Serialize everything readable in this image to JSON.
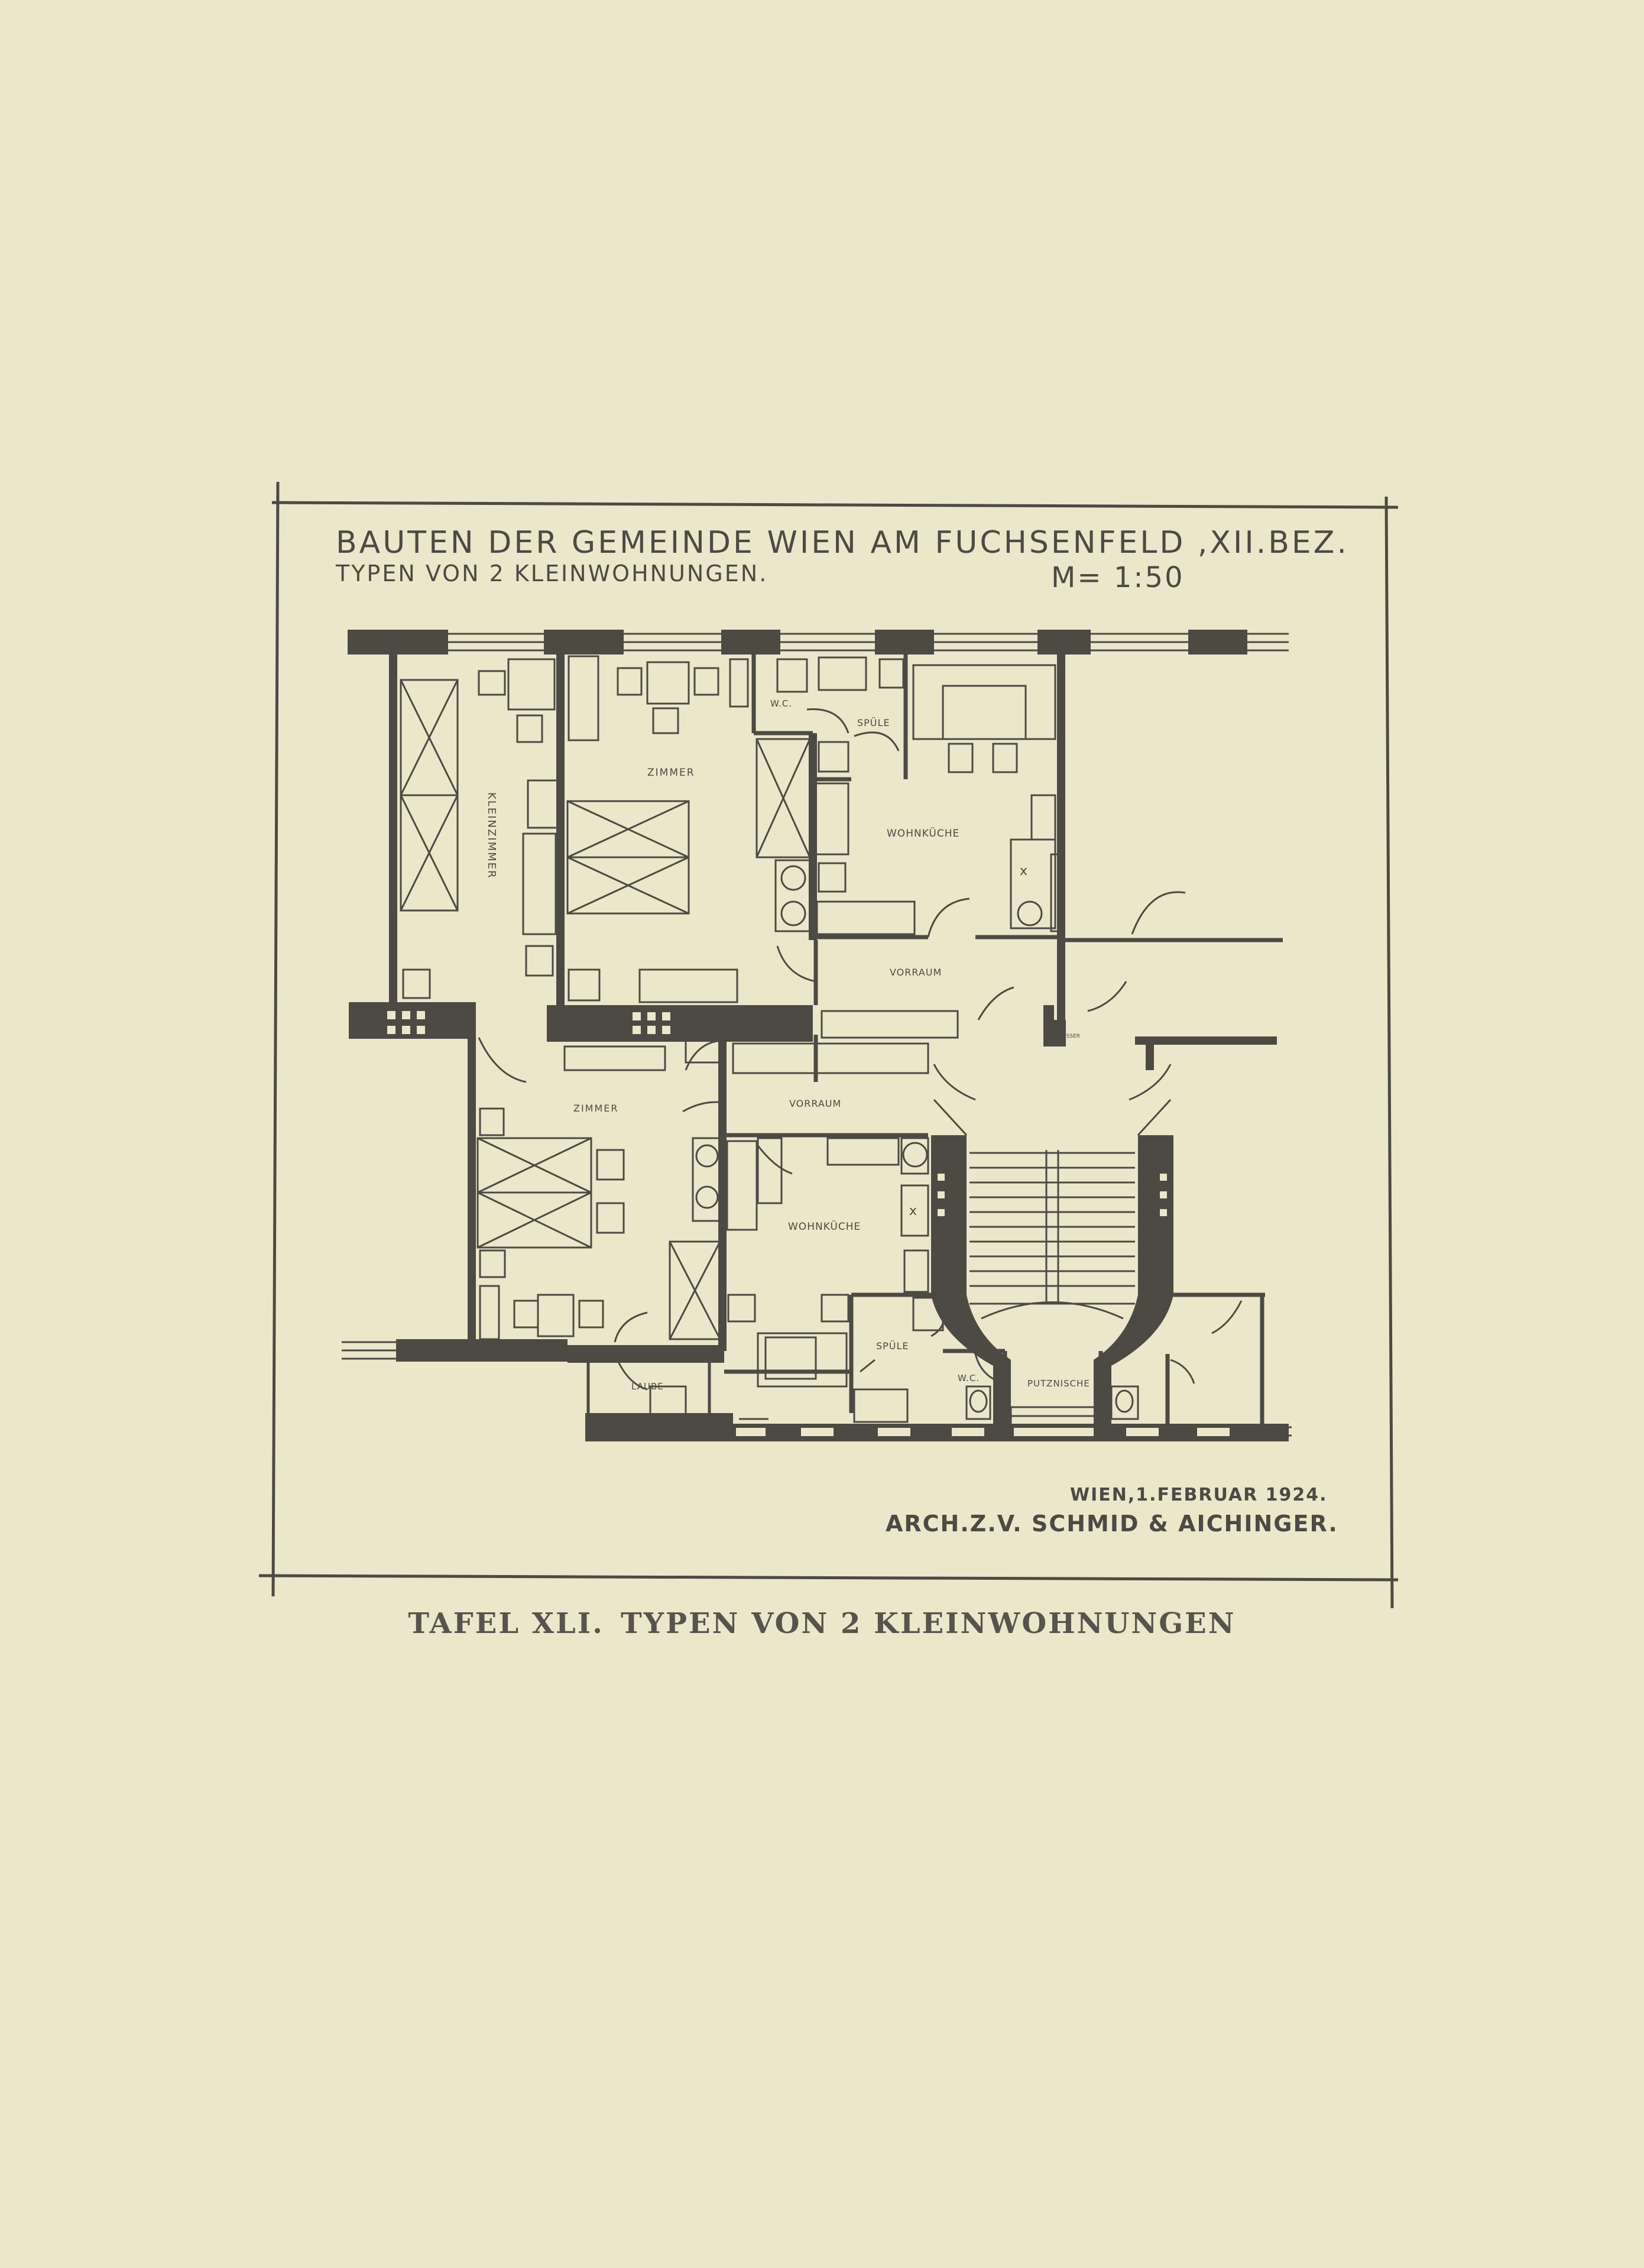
{
  "plate": {
    "title_line1": "BAUTEN DER GEMEINDE WIEN AM FUCHSENFELD ,XII.BEZ.",
    "title_line2": "TYPEN VON 2 KLEINWOHNUNGEN.",
    "scale": "M= 1:50",
    "date": "WIEN,1.FEBRUAR 1924.",
    "architects": "ARCH.Z.V. SCHMID & AICHINGER."
  },
  "rooms": {
    "kleinzimmer": "KLEINZIMMER",
    "zimmer_upper": "ZIMMER",
    "wc_upper": "W.C.",
    "spuele_upper": "SPÜLE",
    "wohnkueche_upper": "WOHNKÜCHE",
    "vorraum_upper": "VORRAUM",
    "gasmeter": "GAS-MESSER",
    "zimmer_lower": "ZIMMER",
    "vorraum_lower": "VORRAUM",
    "wohnkueche_lower": "WOHNKÜCHE",
    "spuele_lower": "SPÜLE",
    "wc_lower": "W.C.",
    "putznische": "PUTZNISCHE",
    "laube": "LAUBE"
  },
  "caption": {
    "plate_no": "TAFEL XLI.",
    "title": "TYPEN VON 2 KLEINWOHNUNGEN"
  },
  "colors": {
    "paper": "#ece6cb",
    "ink": "#4d4a43"
  }
}
